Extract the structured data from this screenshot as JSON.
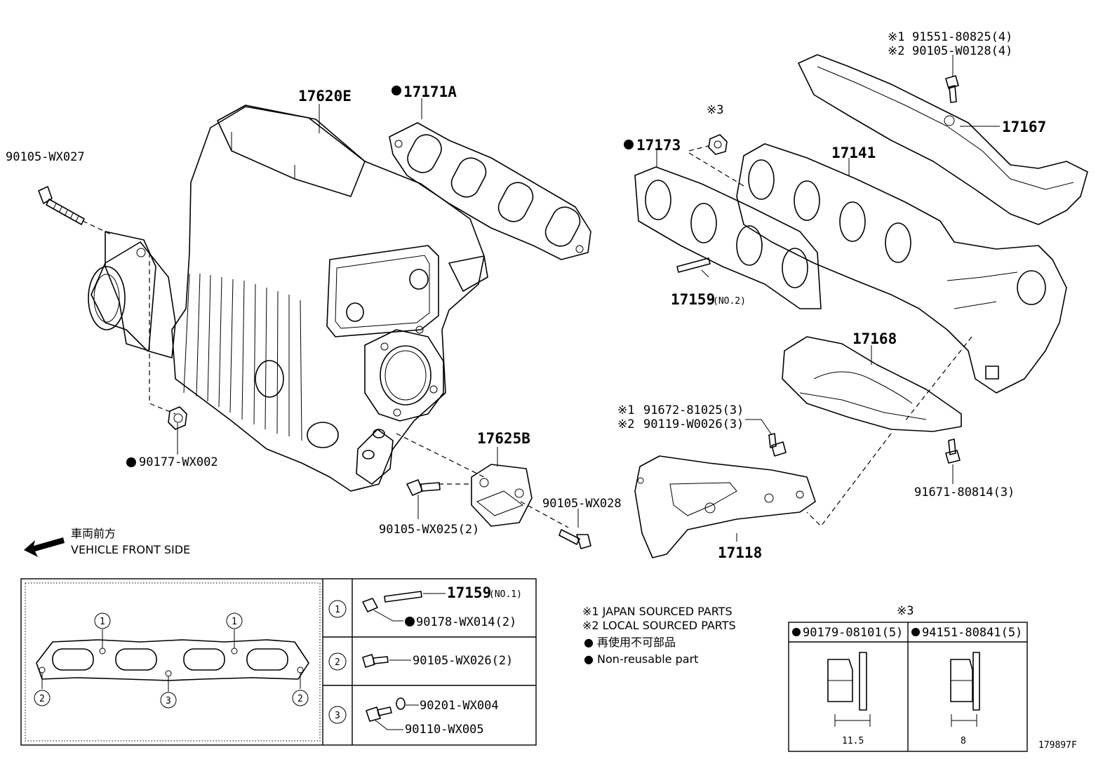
{
  "labels": {
    "p17620E": "17620E",
    "p17171A": "17171A",
    "p90105WX027": "90105-WX027",
    "p90177WX002": "90177-WX002",
    "p17625B": "17625B",
    "p90105WX028": "90105-WX028",
    "p90105WX025": "90105-WX025(2)",
    "p17173": "17173",
    "p17141": "17141",
    "p17167": "17167",
    "n1_91551": "91551-80825(4)",
    "n2_90105W0128": "90105-W0128(4)",
    "note3_mark": "※3",
    "p17159_no2": "17159",
    "p17159_no2_suffix": "(NO.2)",
    "p17168": "17168",
    "n1_91672": "91672-81025(3)",
    "n2_90119": "90119-W0026(3)",
    "p91671": "91671-80814(3)",
    "p17118": "17118",
    "mark1": "※1",
    "mark2": "※2"
  },
  "direction": {
    "jp": "車両前方",
    "en": "VEHICLE FRONT SIDE"
  },
  "gasket_table": {
    "circle1": "1",
    "circle2": "2",
    "circle3": "3",
    "row1_part": "17159",
    "row1_suffix": "(NO.1)",
    "row1_bolt": "90178-WX014(2)",
    "row2_bolt": "90105-WX026(2)",
    "row3_washer": "90201-WX004",
    "row3_bolt": "90110-WX005"
  },
  "legend": {
    "l1": "※1  JAPAN SOURCED PARTS",
    "l2": "※2  LOCAL SOURCED PARTS",
    "l3": "● 再使用不可部品",
    "l4": "● Non-reusable part"
  },
  "note3": {
    "title": "※3",
    "col1": "90179-08101(5)",
    "col2": "94151-80841(5)",
    "dim1": "11.5",
    "dim2": "8"
  },
  "figure_id": "179897F"
}
